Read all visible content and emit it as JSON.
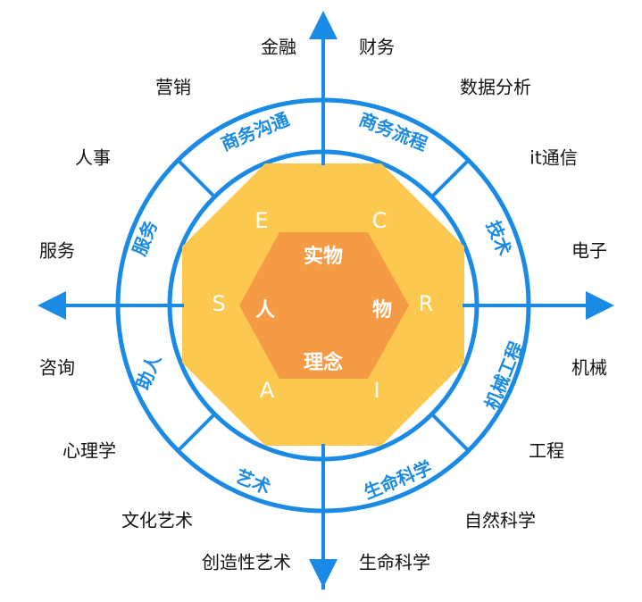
{
  "colors": {
    "axis": "#1a8ae5",
    "octagon": "#fdc84f",
    "hexagon": "#f59a45",
    "inner_text": "#ffffff"
  },
  "center_hexagon": {
    "top": "实物",
    "left": "人",
    "right": "物",
    "bottom": "理念"
  },
  "riasec": {
    "E": "E",
    "C": "C",
    "R": "R",
    "I": "I",
    "A": "A",
    "S": "S"
  },
  "ring_sectors": [
    "商务沟通",
    "商务流程",
    "技术",
    "机械工程",
    "生命科学",
    "艺术",
    "助人",
    "服务"
  ],
  "outer_labels": [
    "金融",
    "财务",
    "数据分析",
    "it通信",
    "电子",
    "机械",
    "工程",
    "自然科学",
    "生命科学",
    "创造性艺术",
    "文化艺术",
    "心理学",
    "咨询",
    "服务",
    "人事",
    "营销"
  ]
}
